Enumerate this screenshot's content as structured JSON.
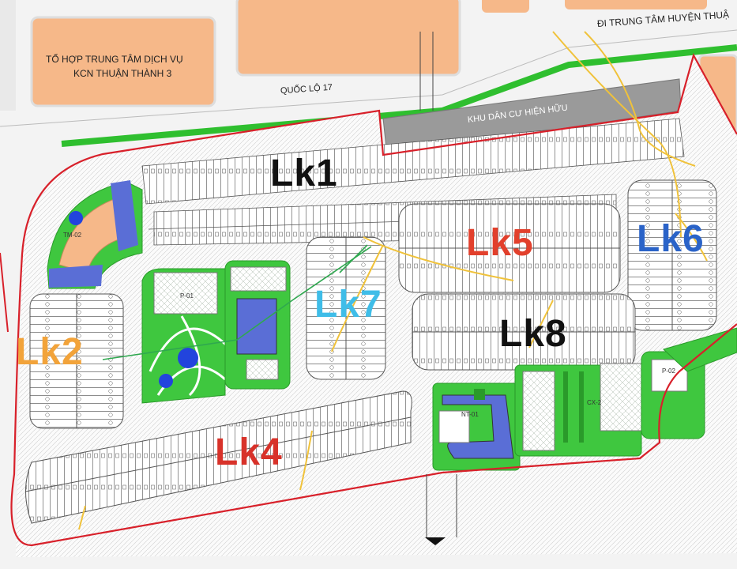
{
  "labels": {
    "service_complex_line1": "TỔ HỢP TRUNG TÂM DỊCH VỤ",
    "service_complex_line2": "KCN THUẬN THÀNH 3",
    "highway": "QUỐC LỘ 17",
    "to_district_center": "ĐI TRUNG TÂM HUYỆN THUẬ",
    "existing_residential": "KHU DÂN CƯ HIỆN HỮU",
    "tm02": "TM-02",
    "p01": "P-01",
    "p02": "P-02",
    "nt01": "NT-01",
    "cx2": "CX-2"
  },
  "blocks": [
    {
      "name": "Lk1",
      "color": "#111111"
    },
    {
      "name": "Lk2",
      "color": "#f2a33a"
    },
    {
      "name": "Lk4",
      "color": "#d8322a"
    },
    {
      "name": "Lk5",
      "color": "#e2402c"
    },
    {
      "name": "Lk6",
      "color": "#2a63c8"
    },
    {
      "name": "Lk7",
      "color": "#3fbde8"
    },
    {
      "name": "Lk8",
      "color": "#111111"
    }
  ],
  "colors": {
    "boundary": "#d8202a",
    "parcel_orange": "#f6b889",
    "park_green": "#3fc73f",
    "water": "#2244dd",
    "building_blue": "#5a6ed6",
    "existing_gray": "#9a9a9a"
  }
}
